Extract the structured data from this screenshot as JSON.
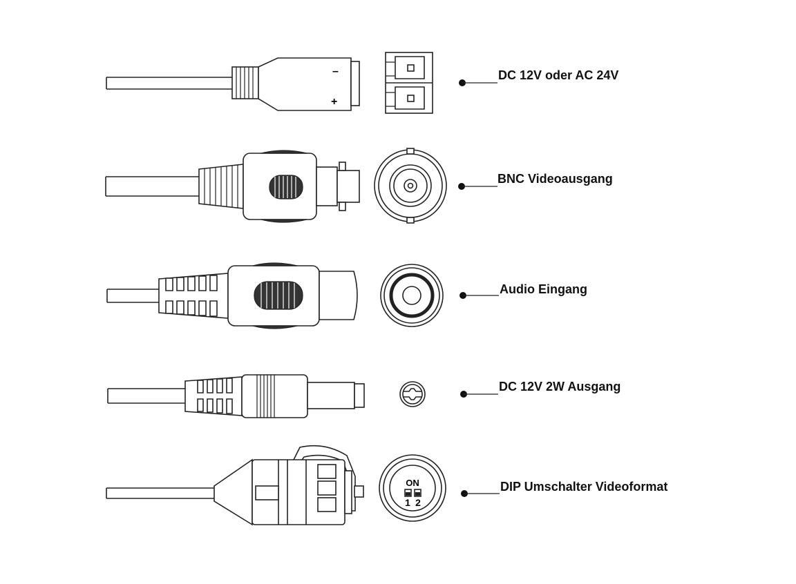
{
  "connectors": [
    {
      "id": "power",
      "label": "DC 12V oder AC 24V",
      "polarity_minus": "–",
      "polarity_plus": "+"
    },
    {
      "id": "bnc",
      "label": "BNC Videoausgang"
    },
    {
      "id": "audio",
      "label": "Audio Eingang"
    },
    {
      "id": "dc-out",
      "label": "DC 12V 2W Ausgang"
    },
    {
      "id": "dip",
      "label": "DIP Umschalter Videoformat",
      "dip_on": "ON",
      "dip_1": "1",
      "dip_2": "2"
    }
  ],
  "colors": {
    "ink": "#222222",
    "background": "#ffffff"
  }
}
